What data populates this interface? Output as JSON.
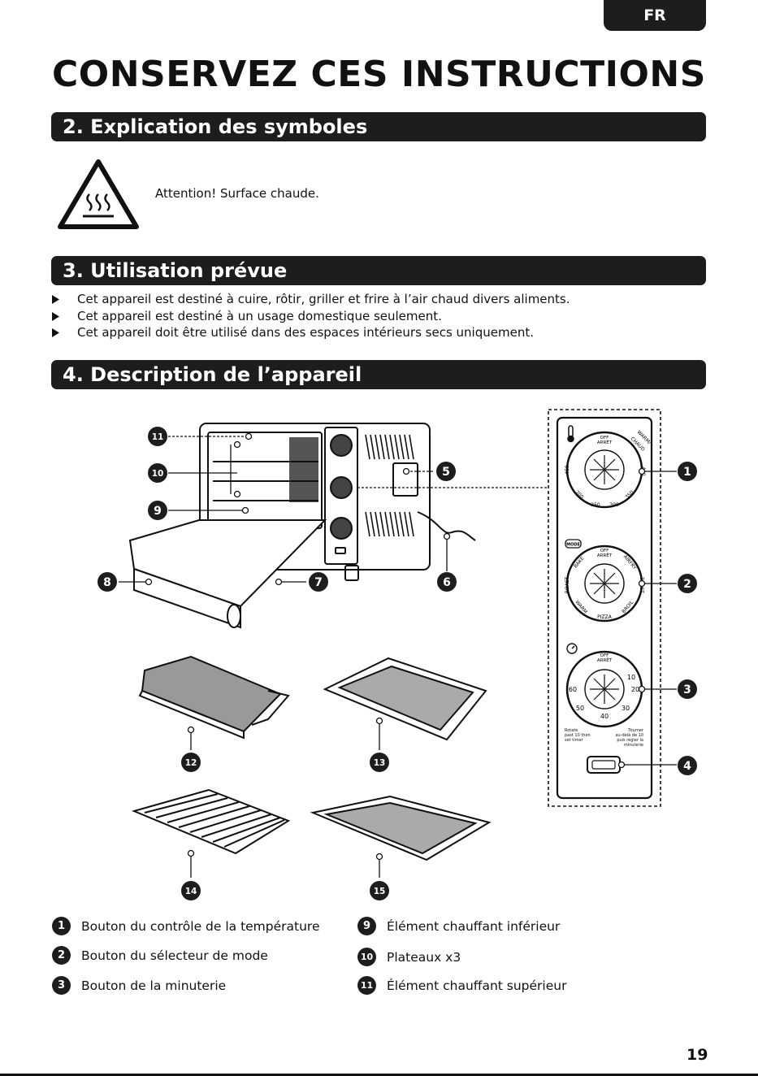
{
  "lang_tab": "FR",
  "main_title": "CONSERVEZ CES INSTRUCTIONS",
  "sections": {
    "symbols": {
      "title": "2. Explication des symboles",
      "symbol_text": "Attention! Surface chaude.",
      "icon": "hot-surface-warning-icon"
    },
    "intended_use": {
      "title": "3. Utilisation prévue",
      "bullets": [
        "Cet appareil est destiné à cuire, rôtir, griller et frire à l’air chaud divers aliments.",
        "Cet appareil est destiné à un usage domestique seulement.",
        "Cet appareil doit être utilisé dans des espaces intérieurs secs uniquement."
      ]
    },
    "description": {
      "title": "4. Description de l’appareil"
    }
  },
  "diagram": {
    "callouts": [
      "1",
      "2",
      "3",
      "4",
      "5",
      "6",
      "7",
      "8",
      "9",
      "10",
      "11",
      "12",
      "13",
      "14",
      "15"
    ],
    "temp_knob": {
      "off": "OFF",
      "arret": "ARRÊT",
      "warm": "WARM/",
      "chaud": "CHAUD",
      "scale": [
        "200",
        "250",
        "300",
        "350",
        "400",
        "450"
      ]
    },
    "mode_knob": {
      "mode_label": "MODE",
      "off": "OFF",
      "arret": "ARRÊT",
      "modes": [
        "BAKE",
        "AIRFRY",
        "TOAST",
        "BROIL",
        "PIZZA",
        "WARM",
        "ROAST"
      ]
    },
    "timer_knob": {
      "off": "OFF",
      "arret": "ARRÊT",
      "scale": [
        "10",
        "20",
        "30",
        "40",
        "50",
        "60"
      ],
      "note_en": [
        "Rotate",
        "past 10 then",
        "set timer"
      ],
      "note_fr": [
        "Tourner",
        "au-delà de 10",
        "puis régler la",
        "minuterie"
      ]
    }
  },
  "legend": [
    {
      "num": "1",
      "label": "Bouton du contrôle de la température"
    },
    {
      "num": "2",
      "label": "Bouton du sélecteur de mode"
    },
    {
      "num": "3",
      "label": "Bouton de la minuterie"
    },
    {
      "num": "9",
      "label": "Élément chauffant inférieur"
    },
    {
      "num": "10",
      "label": "Plateaux x3"
    },
    {
      "num": "11",
      "label": "Élément chauffant supérieur"
    }
  ],
  "page_number": "19",
  "colors": {
    "bar": "#1d1d1d",
    "text": "#111111"
  }
}
